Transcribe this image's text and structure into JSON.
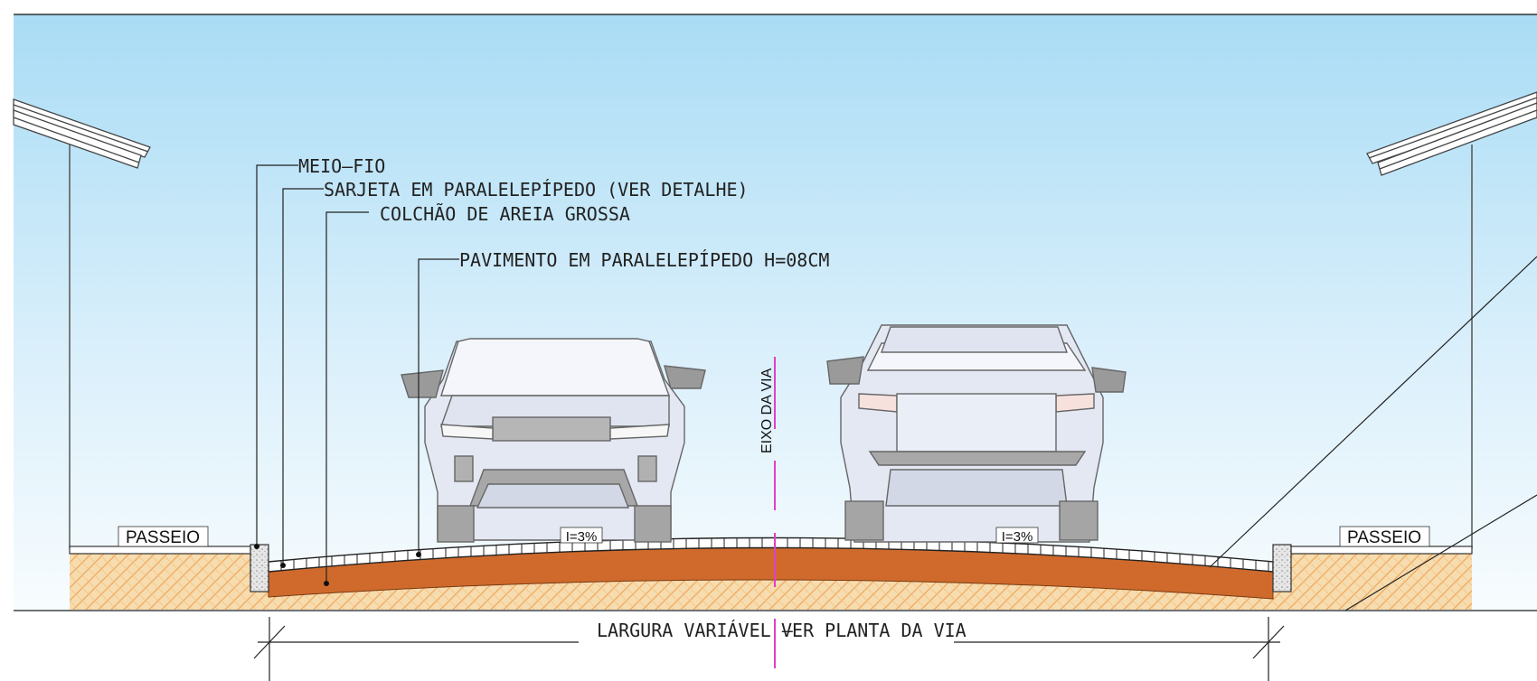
{
  "labels": {
    "meio_fio": "MEIO–FIO",
    "sarjeta": "SARJETA EM PARALELEPÍPEDO (VER DETALHE)",
    "colchao": "COLCHÃO DE AREIA GROSSA",
    "pavimento": "PAVIMENTO EM PARALELEPÍPEDO H=08CM",
    "passeio_left": "PASSEIO",
    "passeio_right": "PASSEIO",
    "slope_left": "I=3%",
    "slope_right": "I=3%",
    "eixo": "EIXO DA VIA",
    "largura_left": "LARGURA VARIÁVEL  –",
    "largura_right": "VER PLANTA DA VIA"
  },
  "colors": {
    "sky_top": "#a9dcf5",
    "sky_bottom": "#f6fbfe",
    "asphalt_base": "#cf6a2c",
    "sand": "#f4d7a6",
    "sand_hatch": "#f0a860",
    "axis": "#e040c8"
  }
}
